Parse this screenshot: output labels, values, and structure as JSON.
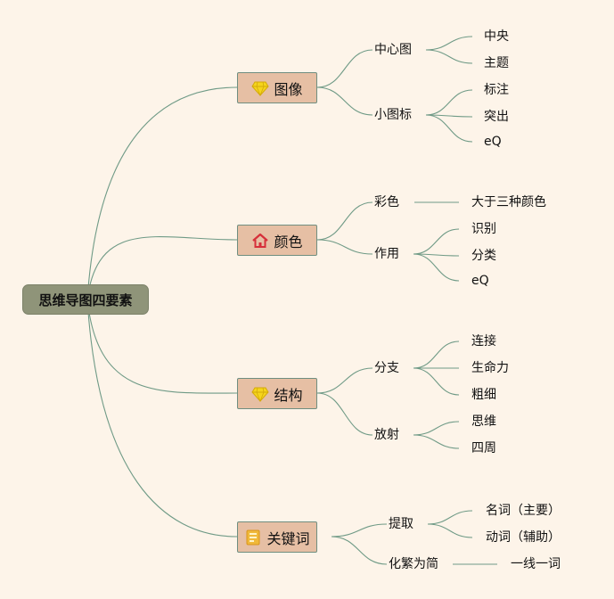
{
  "root": {
    "label": "思维导图四要素"
  },
  "branches": [
    {
      "label": "图像",
      "icon": "diamond-icon",
      "subs": [
        {
          "label": "中心图",
          "leaves": [
            "中央",
            "主题"
          ]
        },
        {
          "label": "小图标",
          "leaves": [
            "标注",
            "突出",
            "eQ"
          ]
        }
      ]
    },
    {
      "label": "颜色",
      "icon": "house-icon",
      "subs": [
        {
          "label": "彩色",
          "leaves": [
            "大于三种颜色"
          ]
        },
        {
          "label": "作用",
          "leaves": [
            "识别",
            "分类",
            "eQ"
          ]
        }
      ]
    },
    {
      "label": "结构",
      "icon": "diamond-icon",
      "subs": [
        {
          "label": "分支",
          "leaves": [
            "连接",
            "生命力",
            "粗细"
          ]
        },
        {
          "label": "放射",
          "leaves": [
            "思维",
            "四周"
          ]
        }
      ]
    },
    {
      "label": "关键词",
      "icon": "document-icon",
      "subs": [
        {
          "label": "提取",
          "leaves": [
            "名词（主要）",
            "动词（辅助）"
          ]
        },
        {
          "label": "化繁为简",
          "leaves": [
            "一线一词"
          ]
        }
      ]
    }
  ],
  "colors": {
    "line": "#6f9a86",
    "root_fill": "#8f9479",
    "main_fill": "#e6bfa4",
    "background": "#fdf4e9"
  }
}
